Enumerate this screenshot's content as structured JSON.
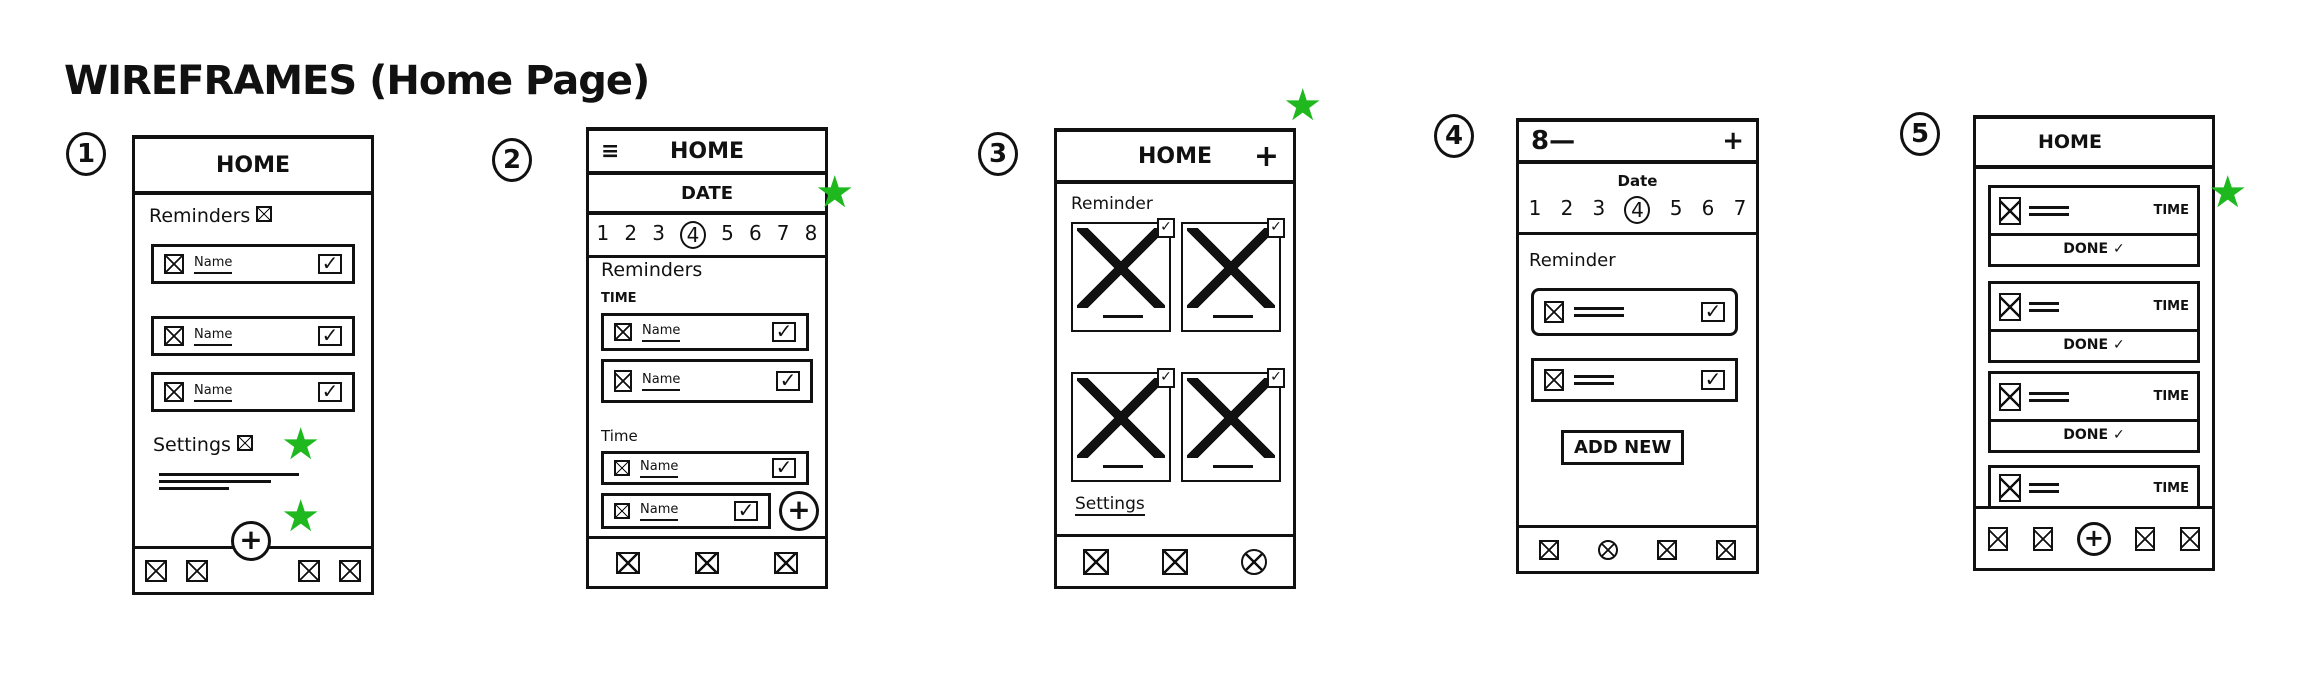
{
  "title": "WIREFRAMES (Home Page)",
  "accent_color": "#1fb81f",
  "star_icon": "★",
  "w1": {
    "number": "1",
    "header": "HOME",
    "reminders": "Reminders",
    "names": [
      "Name",
      "Name",
      "Name"
    ],
    "settings": "Settings",
    "fab": "+"
  },
  "w2": {
    "number": "2",
    "header": "HOME",
    "menu": "≡",
    "date": "DATE",
    "dates": [
      "1",
      "2",
      "3",
      "4",
      "5",
      "6",
      "7",
      "8"
    ],
    "reminders": "Reminders",
    "time1": "TIME",
    "time2": "Time",
    "names": [
      "Name",
      "Name",
      "Name",
      "Name"
    ],
    "fab": "+"
  },
  "w3": {
    "number": "3",
    "header": "HOME",
    "add": "+",
    "reminder": "Reminder",
    "settings": "Settings",
    "check": "✓"
  },
  "w4": {
    "number": "4",
    "profile": "8—",
    "add": "+",
    "date": "Date",
    "dates": [
      "1",
      "2",
      "3",
      "4",
      "5",
      "6",
      "7"
    ],
    "reminder": "Reminder",
    "add_new": "ADD NEW",
    "check": "✓"
  },
  "w5": {
    "number": "5",
    "header": "HOME",
    "time": "TIME",
    "done": "DONE ✓",
    "fab": "+"
  }
}
